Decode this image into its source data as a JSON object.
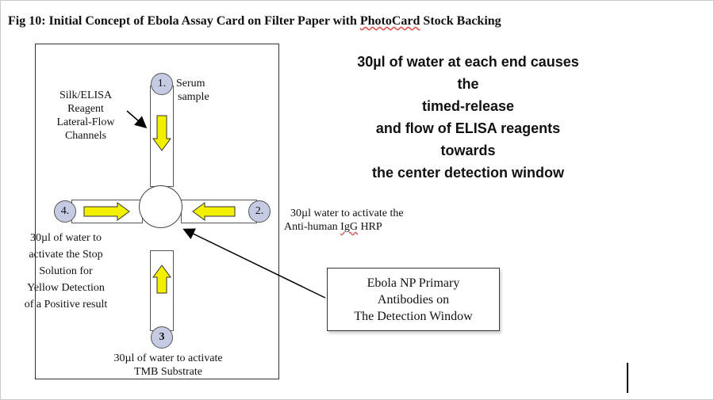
{
  "figure": {
    "title_prefix": "Fig 10:  Initial Concept of Ebola Assay Card on Filter Paper with ",
    "title_flagged_word": "PhotoCard",
    "title_suffix": " Stock Backing"
  },
  "ports": {
    "p1": "1.",
    "p2": "2.",
    "p3": "3",
    "p4": "4."
  },
  "labels": {
    "serum_line1": "Serum",
    "serum_line2": "sample",
    "channels_line1": "Silk/ELISA",
    "channels_line2": "Reagent",
    "channels_line3": "Lateral-Flow",
    "channels_line4": "Channels",
    "p2_line1": "30µl water to activate the",
    "p2_line2_prefix": "Anti-human ",
    "p2_line2_flagged": "IgG",
    "p2_line2_suffix": " HRP",
    "p4_line1": "30µl of water to",
    "p4_line2": "activate the Stop",
    "p4_line3": "Solution for",
    "p4_line4": "Yellow Detection",
    "p4_line5": "of a Positive result",
    "p3_line1": "30µl of water to activate",
    "p3_line2": "TMB Substrate"
  },
  "description": {
    "line1": "30µl of water at each end causes",
    "line2": "the",
    "line3": "timed-release",
    "line4": "and flow of ELISA reagents",
    "line5": "towards",
    "line6": "the center detection window"
  },
  "callout": {
    "line1": "Ebola NP Primary",
    "line2": "Antibodies on",
    "line3": "The Detection Window"
  },
  "colors": {
    "port_fill": "#c6cbe4",
    "arrow_fill": "#f2f200",
    "spell_underline": "#d9534f"
  }
}
